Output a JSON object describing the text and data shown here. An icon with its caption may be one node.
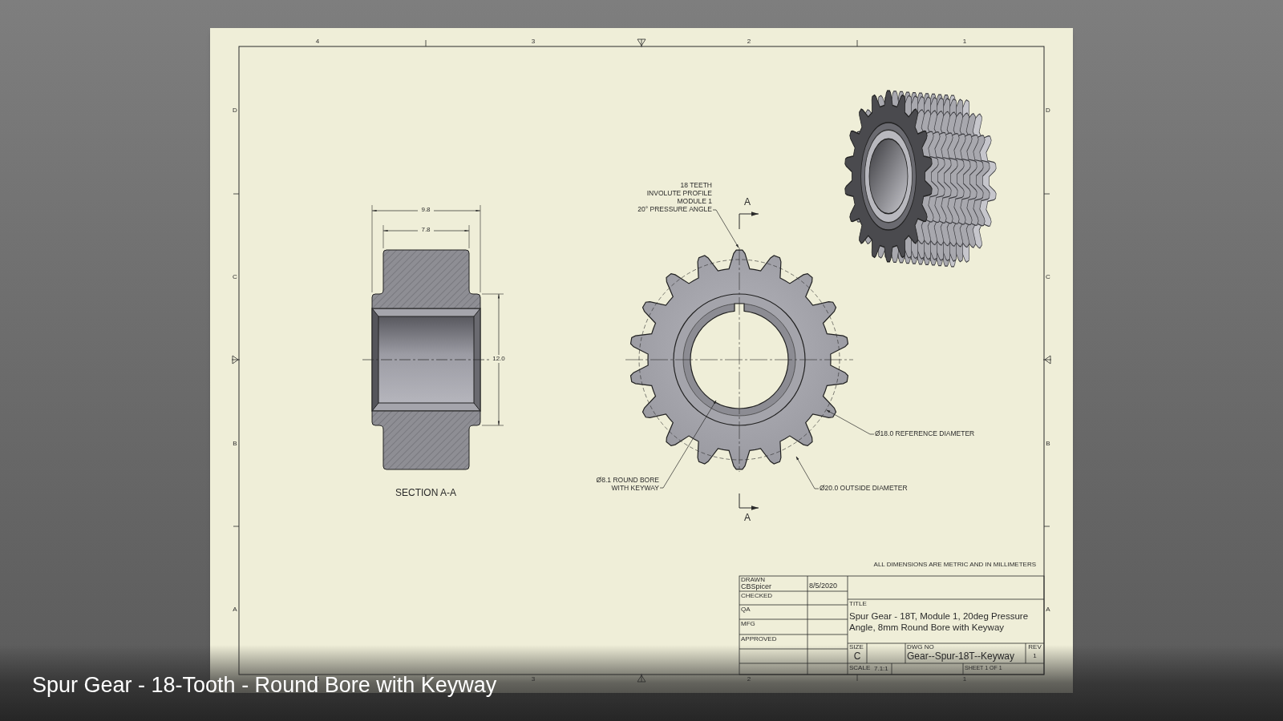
{
  "diagram": {
    "title": "Spur Gear - 18-Tooth - Round Bore with Keyway",
    "nodes": [
      {
        "text": [
          "18 TEETH",
          "INVOLUTE PROFILE",
          "MODULE 1",
          "20° PRESSURE ANGLE"
        ]
      },
      {
        "text": [
          "Ø18.0 REFERENCE DIAMETER"
        ]
      },
      {
        "text": [
          "Ø8.1 ROUND BORE WITH KEYWAY"
        ]
      },
      {
        "text": [
          "Ø20.0 OUTSIDE DIAMETER"
        ]
      },
      {
        "text": [],
        "shape": "picture"
      }
    ],
    "edges": [
      {
        "from": 0,
        "to": 4,
        "arrow": "to"
      },
      {
        "from": 1,
        "to": 4,
        "arrow": "to"
      },
      {
        "from": 2,
        "to": 4,
        "arrow": "to"
      },
      {
        "from": 3,
        "to": 4,
        "arrow": "to"
      }
    ],
    "labels": [
      "4",
      "3",
      "2",
      "1",
      "D",
      "D",
      "A",
      "9.8",
      "7.8",
      "C",
      "C",
      "12.0",
      "B",
      "B",
      "SECTION A-A",
      "A",
      "A",
      "A",
      "ALL DIMENSIONS ARE METRIC AND IN MILLIMETERS",
      "DRAWN",
      "CBSpicer",
      "8/5/2020",
      "CHECKED",
      "TITLE",
      "QA",
      "Spur Gear - 18T, Module 1, 20deg Pressure Angle, 8mm Round Bore with Keyway",
      "MFG",
      "APPROVED",
      "SIZE",
      "DWG NO",
      "REV",
      "C",
      "Gear--Spur-18T--Keyway",
      "1",
      "SCALE",
      "7.1:1",
      "SHEET 1 OF 1",
      "4",
      "3",
      "2",
      "1"
    ]
  }
}
